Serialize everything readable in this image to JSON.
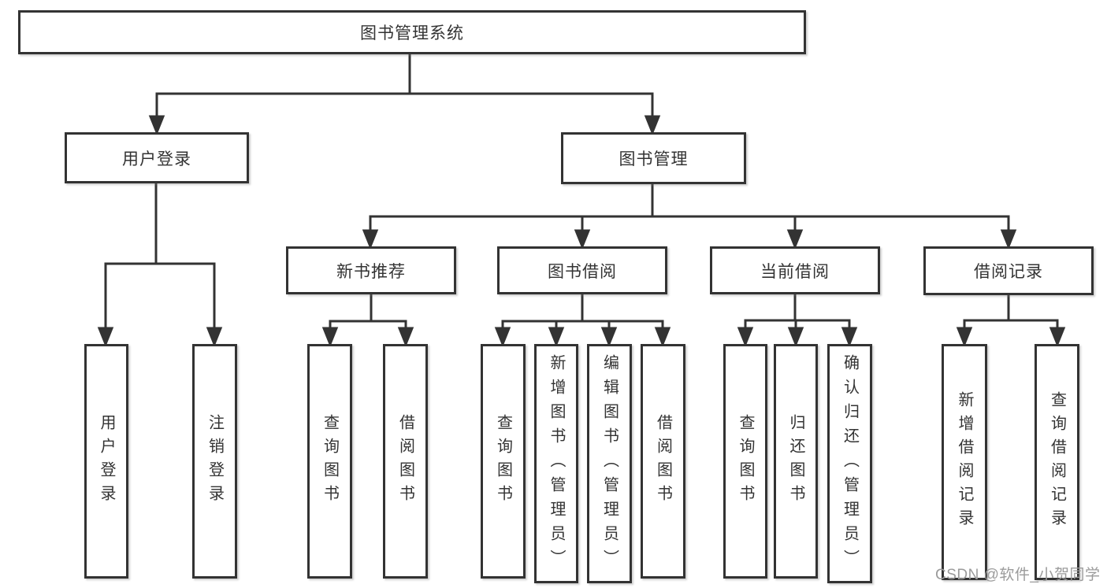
{
  "tree": {
    "label": "图书管理系统",
    "children": [
      {
        "label": "用户登录",
        "children": [
          {
            "label": "用户登录"
          },
          {
            "label": "注销登录"
          }
        ]
      },
      {
        "label": "图书管理",
        "children": [
          {
            "label": "新书推荐",
            "children": [
              {
                "label": "查询图书"
              },
              {
                "label": "借阅图书"
              }
            ]
          },
          {
            "label": "图书借阅",
            "children": [
              {
                "label": "查询图书"
              },
              {
                "label": "新增图书（管理员）"
              },
              {
                "label": "编辑图书（管理员）"
              },
              {
                "label": "借阅图书"
              }
            ]
          },
          {
            "label": "当前借阅",
            "children": [
              {
                "label": "查询图书"
              },
              {
                "label": "归还图书"
              },
              {
                "label": "确认归还（管理员）"
              }
            ]
          },
          {
            "label": "借阅记录",
            "children": [
              {
                "label": "新增借阅记录"
              },
              {
                "label": "查询借阅记录"
              }
            ]
          }
        ]
      }
    ]
  },
  "watermark": "CSDN @软件_小贺同学",
  "colors": {
    "line": "#333333",
    "text": "#333333",
    "box_background": "#ffffff",
    "watermark": "#9b9b9b"
  }
}
